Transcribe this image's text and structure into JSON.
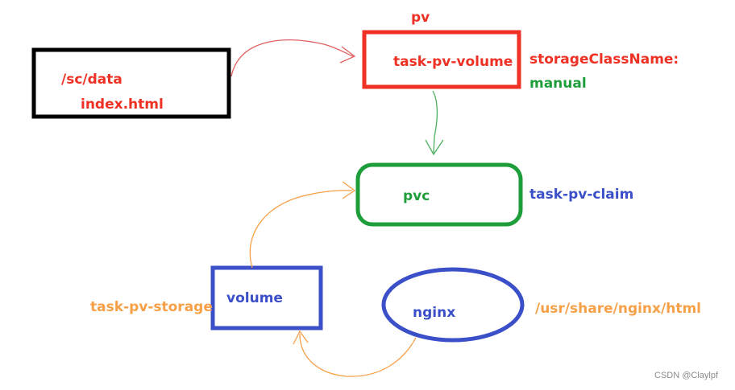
{
  "nodes": {
    "host_dir": {
      "path": "/sc/data",
      "file": "index.html"
    },
    "pv": {
      "title": "pv",
      "name": "task-pv-volume",
      "storage_class_key": "storageClassName:",
      "storage_class_value": "manual"
    },
    "pvc": {
      "label": "pvc",
      "name": "task-pv-claim"
    },
    "volume": {
      "label": "volume",
      "name": "task-pv-storage"
    },
    "nginx": {
      "label": "nginx",
      "mount_path": "/usr/share/nginx/html"
    }
  },
  "watermark": "CSDN @Claylpf",
  "colors": {
    "black": "#000000",
    "red": "#ee3124",
    "green": "#1e9e3a",
    "blue": "#3b4fc8",
    "orange": "#f6a047"
  }
}
